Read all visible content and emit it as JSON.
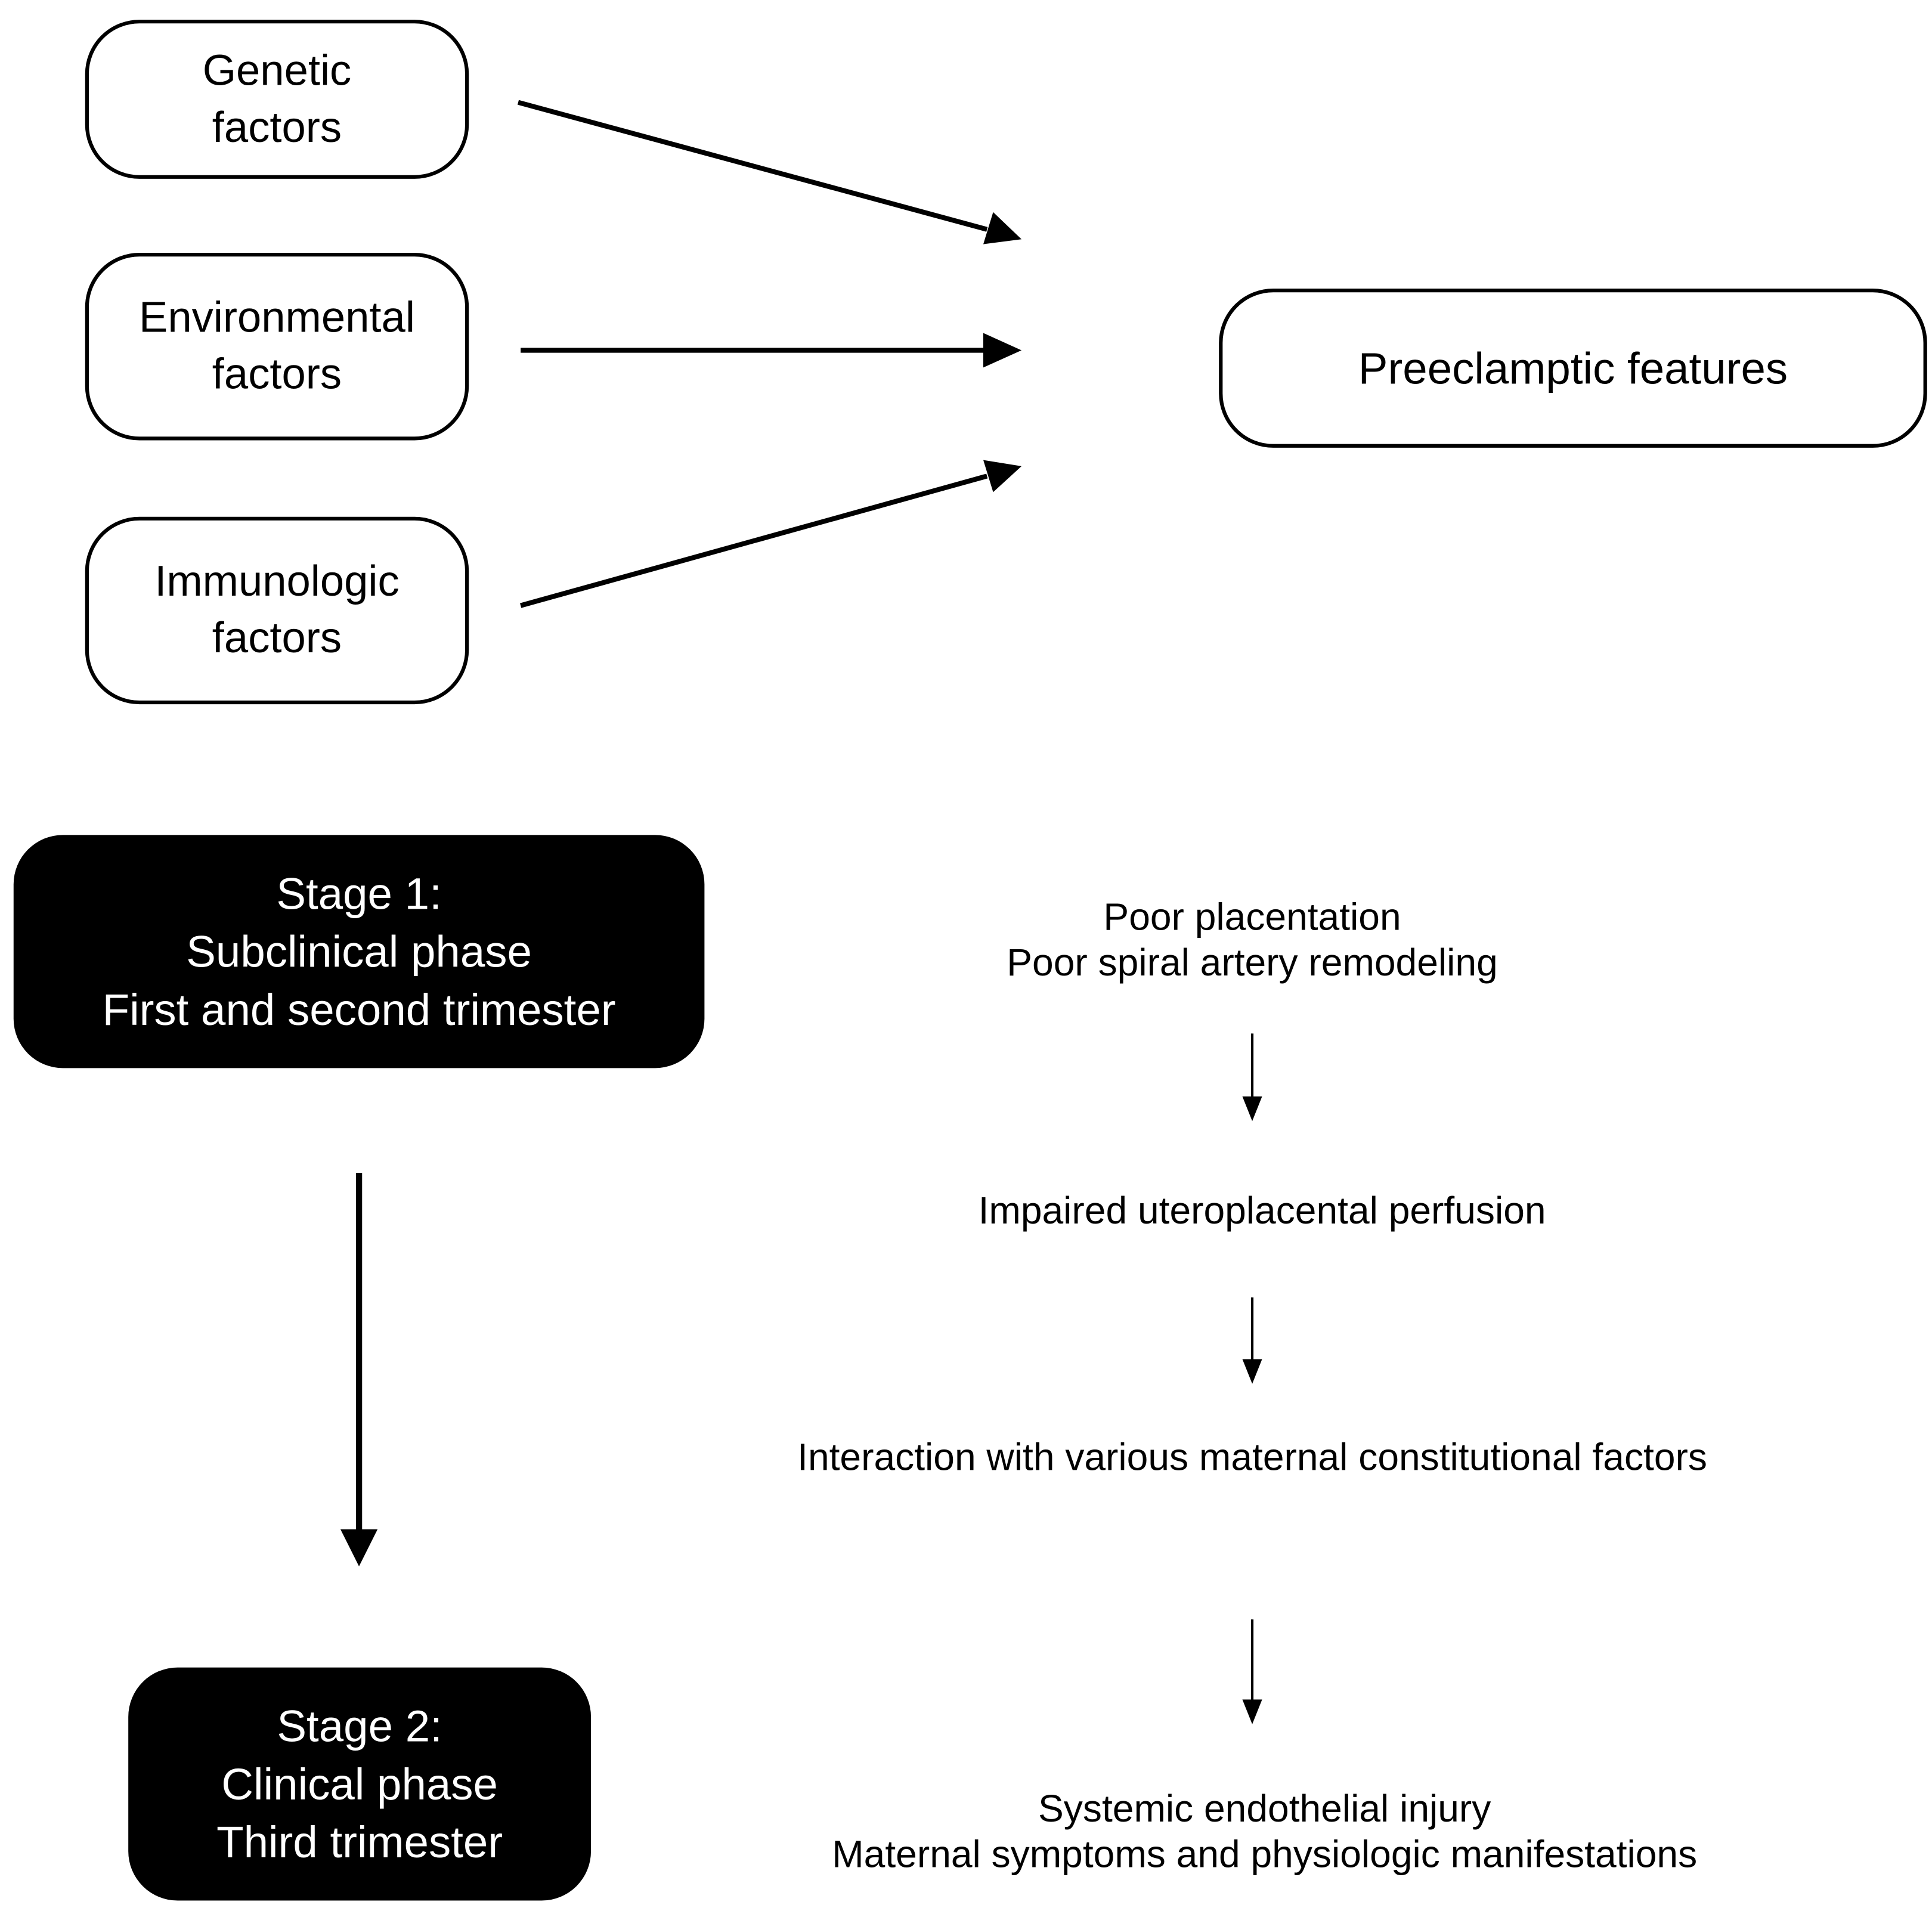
{
  "factors": [
    {
      "line1": "Genetic",
      "line2": "factors"
    },
    {
      "line1": "Environmental",
      "line2": "factors"
    },
    {
      "line1": "Immunologic",
      "line2": "factors"
    }
  ],
  "outcome": {
    "label": "Preeclamptic features"
  },
  "stage1": {
    "title": "Stage 1:",
    "phase": "Subclinical phase",
    "timing": "First and second trimester"
  },
  "stage2": {
    "title": "Stage 2:",
    "phase": "Clinical phase",
    "timing": "Third trimester"
  },
  "steps": {
    "step1_line1": "Poor placentation",
    "step1_line2": "Poor spiral artery remodeling",
    "step2": "Impaired uteroplacental perfusion",
    "step3": "Interaction with various maternal constitutional factors",
    "step4_line1": "Systemic endothelial injury",
    "step4_line2": "Maternal symptoms and physiologic manifestations"
  }
}
